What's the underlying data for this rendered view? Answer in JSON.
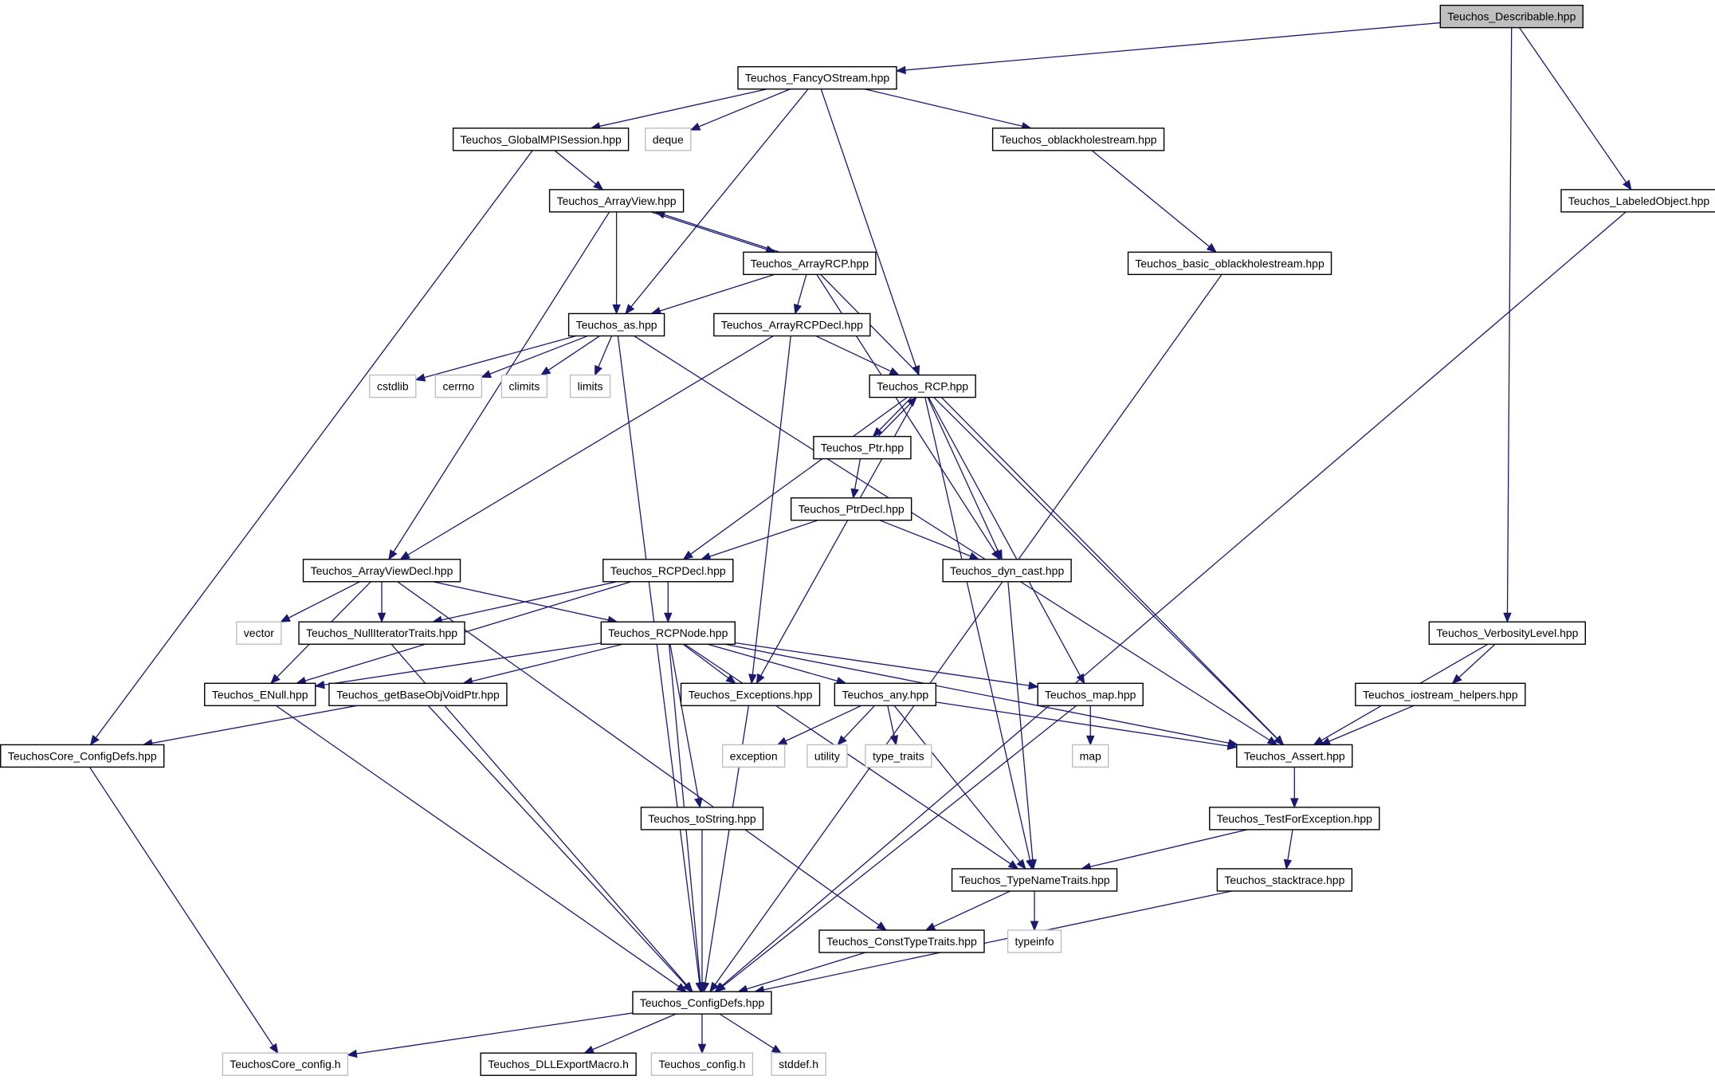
{
  "diagram": {
    "root": "Teuchos_Describable.hpp",
    "nodes": [
      {
        "id": "describable",
        "label": "Teuchos_Describable.hpp",
        "kind": "root"
      },
      {
        "id": "fancy",
        "label": "Teuchos_FancyOStream.hpp",
        "kind": "file"
      },
      {
        "id": "labeled",
        "label": "Teuchos_LabeledObject.hpp",
        "kind": "file"
      },
      {
        "id": "verbosity",
        "label": "Teuchos_VerbosityLevel.hpp",
        "kind": "file"
      },
      {
        "id": "globalmpi",
        "label": "Teuchos_GlobalMPISession.hpp",
        "kind": "file"
      },
      {
        "id": "deque",
        "label": "deque",
        "kind": "external"
      },
      {
        "id": "oblack",
        "label": "Teuchos_oblackholestream.hpp",
        "kind": "file"
      },
      {
        "id": "arrayview",
        "label": "Teuchos_ArrayView.hpp",
        "kind": "file"
      },
      {
        "id": "basicoblack",
        "label": "Teuchos_basic_oblackholestream.hpp",
        "kind": "file"
      },
      {
        "id": "arrayrcp",
        "label": "Teuchos_ArrayRCP.hpp",
        "kind": "file"
      },
      {
        "id": "as",
        "label": "Teuchos_as.hpp",
        "kind": "file"
      },
      {
        "id": "arrayrcpdecl",
        "label": "Teuchos_ArrayRCPDecl.hpp",
        "kind": "file"
      },
      {
        "id": "cstdlib",
        "label": "cstdlib",
        "kind": "external"
      },
      {
        "id": "cerrno",
        "label": "cerrno",
        "kind": "external"
      },
      {
        "id": "climits",
        "label": "climits",
        "kind": "external"
      },
      {
        "id": "limits",
        "label": "limits",
        "kind": "external"
      },
      {
        "id": "rcp",
        "label": "Teuchos_RCP.hpp",
        "kind": "file"
      },
      {
        "id": "ptr",
        "label": "Teuchos_Ptr.hpp",
        "kind": "file"
      },
      {
        "id": "ptrdecl",
        "label": "Teuchos_PtrDecl.hpp",
        "kind": "file"
      },
      {
        "id": "arrayviewdecl",
        "label": "Teuchos_ArrayViewDecl.hpp",
        "kind": "file"
      },
      {
        "id": "rcpdecl",
        "label": "Teuchos_RCPDecl.hpp",
        "kind": "file"
      },
      {
        "id": "dyncast",
        "label": "Teuchos_dyn_cast.hpp",
        "kind": "file"
      },
      {
        "id": "vector",
        "label": "vector",
        "kind": "external"
      },
      {
        "id": "nulliter",
        "label": "Teuchos_NullIteratorTraits.hpp",
        "kind": "file"
      },
      {
        "id": "rcpnode",
        "label": "Teuchos_RCPNode.hpp",
        "kind": "file"
      },
      {
        "id": "iohelpers",
        "label": "Teuchos_iostream_helpers.hpp",
        "kind": "file"
      },
      {
        "id": "enull",
        "label": "Teuchos_ENull.hpp",
        "kind": "file"
      },
      {
        "id": "getbase",
        "label": "Teuchos_getBaseObjVoidPtr.hpp",
        "kind": "file"
      },
      {
        "id": "exceptions",
        "label": "Teuchos_Exceptions.hpp",
        "kind": "file"
      },
      {
        "id": "any",
        "label": "Teuchos_any.hpp",
        "kind": "file"
      },
      {
        "id": "map",
        "label": "Teuchos_map.hpp",
        "kind": "file"
      },
      {
        "id": "coreconfigdefs",
        "label": "TeuchosCore_ConfigDefs.hpp",
        "kind": "file"
      },
      {
        "id": "exception",
        "label": "exception",
        "kind": "external"
      },
      {
        "id": "utility",
        "label": "utility",
        "kind": "external"
      },
      {
        "id": "typetraits",
        "label": "type_traits",
        "kind": "external"
      },
      {
        "id": "stdmap",
        "label": "map",
        "kind": "external"
      },
      {
        "id": "assert",
        "label": "Teuchos_Assert.hpp",
        "kind": "file"
      },
      {
        "id": "tostring",
        "label": "Teuchos_toString.hpp",
        "kind": "file"
      },
      {
        "id": "testforexc",
        "label": "Teuchos_TestForException.hpp",
        "kind": "file"
      },
      {
        "id": "typename",
        "label": "Teuchos_TypeNameTraits.hpp",
        "kind": "file"
      },
      {
        "id": "stacktrace",
        "label": "Teuchos_stacktrace.hpp",
        "kind": "file"
      },
      {
        "id": "consttype",
        "label": "Teuchos_ConstTypeTraits.hpp",
        "kind": "file"
      },
      {
        "id": "typeinfo",
        "label": "typeinfo",
        "kind": "external"
      },
      {
        "id": "configdefs",
        "label": "Teuchos_ConfigDefs.hpp",
        "kind": "file"
      },
      {
        "id": "coreconfigh",
        "label": "TeuchosCore_config.h",
        "kind": "external"
      },
      {
        "id": "dllexport",
        "label": "Teuchos_DLLExportMacro.h",
        "kind": "file"
      },
      {
        "id": "configh",
        "label": "Teuchos_config.h",
        "kind": "external"
      },
      {
        "id": "stddef",
        "label": "stddef.h",
        "kind": "external"
      }
    ],
    "edges": [
      [
        "describable",
        "fancy"
      ],
      [
        "describable",
        "labeled"
      ],
      [
        "describable",
        "verbosity"
      ],
      [
        "fancy",
        "globalmpi"
      ],
      [
        "fancy",
        "deque"
      ],
      [
        "fancy",
        "oblack"
      ],
      [
        "fancy",
        "as"
      ],
      [
        "fancy",
        "rcp"
      ],
      [
        "globalmpi",
        "arrayview"
      ],
      [
        "globalmpi",
        "coreconfigdefs"
      ],
      [
        "oblack",
        "basicoblack"
      ],
      [
        "basicoblack",
        "configdefs"
      ],
      [
        "labeled",
        "configdefs"
      ],
      [
        "arrayview",
        "arrayrcp"
      ],
      [
        "arrayview",
        "as"
      ],
      [
        "arrayview",
        "arrayviewdecl"
      ],
      [
        "arrayrcp",
        "arrayview"
      ],
      [
        "arrayrcp",
        "as"
      ],
      [
        "arrayrcp",
        "arrayrcpdecl"
      ],
      [
        "arrayrcp",
        "dyncast"
      ],
      [
        "arrayrcp",
        "assert"
      ],
      [
        "as",
        "cstdlib"
      ],
      [
        "as",
        "cerrno"
      ],
      [
        "as",
        "climits"
      ],
      [
        "as",
        "limits"
      ],
      [
        "as",
        "configdefs"
      ],
      [
        "as",
        "assert"
      ],
      [
        "arrayrcpdecl",
        "rcp"
      ],
      [
        "arrayrcpdecl",
        "arrayviewdecl"
      ],
      [
        "arrayrcpdecl",
        "exceptions"
      ],
      [
        "rcp",
        "ptr"
      ],
      [
        "rcp",
        "rcpdecl"
      ],
      [
        "rcp",
        "dyncast"
      ],
      [
        "rcp",
        "map"
      ],
      [
        "rcp",
        "typename"
      ],
      [
        "rcp",
        "assert"
      ],
      [
        "rcp",
        "exceptions"
      ],
      [
        "ptr",
        "rcp"
      ],
      [
        "ptr",
        "ptrdecl"
      ],
      [
        "ptrdecl",
        "rcpdecl"
      ],
      [
        "ptrdecl",
        "dyncast"
      ],
      [
        "dyncast",
        "typename"
      ],
      [
        "arrayviewdecl",
        "vector"
      ],
      [
        "arrayviewdecl",
        "nulliter"
      ],
      [
        "arrayviewdecl",
        "enull"
      ],
      [
        "arrayviewdecl",
        "rcpnode"
      ],
      [
        "arrayviewdecl",
        "consttype"
      ],
      [
        "rcpdecl",
        "nulliter"
      ],
      [
        "rcpdecl",
        "rcpnode"
      ],
      [
        "rcpdecl",
        "enull"
      ],
      [
        "nulliter",
        "configdefs"
      ],
      [
        "rcpnode",
        "enull"
      ],
      [
        "rcpnode",
        "getbase"
      ],
      [
        "rcpnode",
        "exceptions"
      ],
      [
        "rcpnode",
        "any"
      ],
      [
        "rcpnode",
        "map"
      ],
      [
        "rcpnode",
        "assert"
      ],
      [
        "rcpnode",
        "tostring"
      ],
      [
        "rcpnode",
        "typename"
      ],
      [
        "rcpnode",
        "configdefs"
      ],
      [
        "verbosity",
        "iohelpers"
      ],
      [
        "verbosity",
        "assert"
      ],
      [
        "iohelpers",
        "assert"
      ],
      [
        "enull",
        "configdefs"
      ],
      [
        "getbase",
        "coreconfigdefs"
      ],
      [
        "getbase",
        "configdefs"
      ],
      [
        "exceptions",
        "configdefs"
      ],
      [
        "any",
        "exception"
      ],
      [
        "any",
        "utility"
      ],
      [
        "any",
        "typetraits"
      ],
      [
        "any",
        "assert"
      ],
      [
        "any",
        "typename"
      ],
      [
        "map",
        "stdmap"
      ],
      [
        "map",
        "configdefs"
      ],
      [
        "coreconfigdefs",
        "coreconfigh"
      ],
      [
        "assert",
        "testforexc"
      ],
      [
        "testforexc",
        "typename"
      ],
      [
        "testforexc",
        "stacktrace"
      ],
      [
        "stacktrace",
        "configdefs"
      ],
      [
        "tostring",
        "configdefs"
      ],
      [
        "typename",
        "consttype"
      ],
      [
        "typename",
        "typeinfo"
      ],
      [
        "consttype",
        "configdefs"
      ],
      [
        "configdefs",
        "coreconfigh"
      ],
      [
        "configdefs",
        "dllexport"
      ],
      [
        "configdefs",
        "configh"
      ],
      [
        "configdefs",
        "stddef"
      ]
    ]
  }
}
